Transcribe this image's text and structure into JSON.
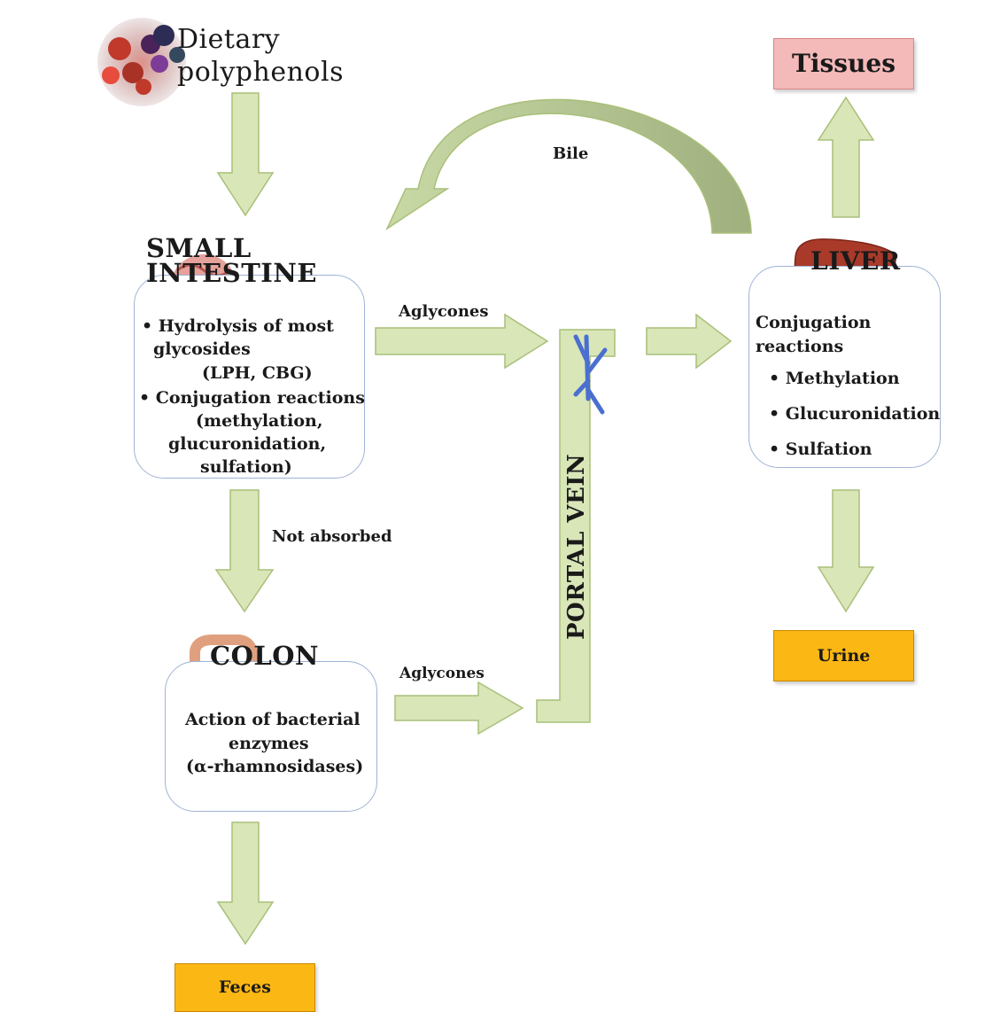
{
  "diagram": {
    "dietary_label": "Dietary\npolyphenols",
    "small_intestine": {
      "title": "SMALL\nINTESTINE",
      "line1": "• Hydrolysis of most",
      "line2": "glycosides",
      "line3": "(LPH, CBG)",
      "line4": "• Conjugation reactions",
      "line5": "(methylation,",
      "line6": "glucuronidation,",
      "line7": "sulfation)"
    },
    "colon": {
      "title": "COLON",
      "line1": "Action of bacterial",
      "line2": "enzymes",
      "line3": "(α-rhamnosidases)"
    },
    "liver": {
      "title": "LIVER",
      "heading1": "Conjugation",
      "heading2": "reactions",
      "items": [
        "• Methylation",
        "• Glucuronidation",
        "• Sulfation"
      ]
    },
    "portal_vein_label": "PORTAL VEIN",
    "arrow_labels": {
      "bile": "Bile",
      "aglycones_top": "Aglycones",
      "aglycones_bottom": "Aglycones",
      "not_absorbed": "Not absorbed"
    },
    "destinations": {
      "tissues": "Tissues",
      "urine": "Urine",
      "feces": "Feces"
    },
    "colors": {
      "arrow_fill": "#d9e6b8",
      "arrow_stroke": "#a9bf78",
      "box_border": "#9fb3d6",
      "tissues_fill": "#f4b9b9",
      "orange_fill": "#fbb714"
    }
  }
}
